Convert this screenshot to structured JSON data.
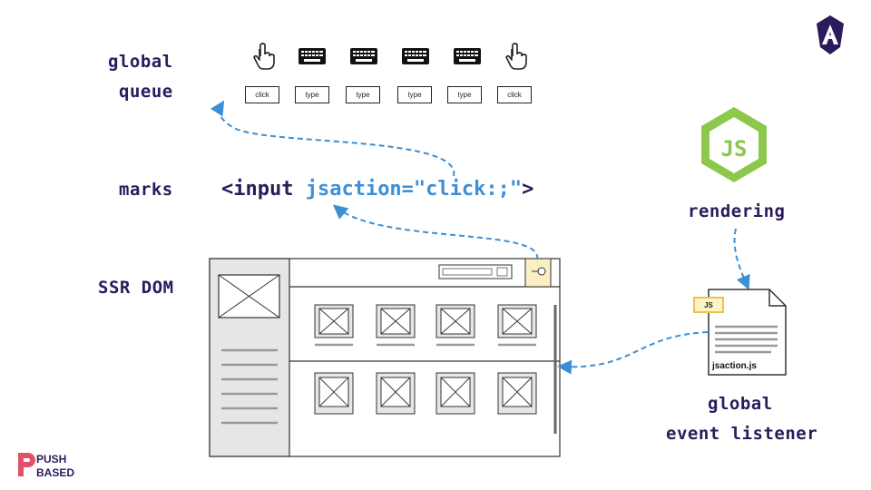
{
  "labels": {
    "global_queue_1": "global",
    "global_queue_2": "queue",
    "marks": "marks",
    "ssr_dom": "SSR DOM",
    "rendering": "rendering",
    "listener_1": "global",
    "listener_2": "event listener"
  },
  "code": {
    "open": "<input ",
    "attr": "jsaction=\"click:;\"",
    "close": ">"
  },
  "queue": [
    {
      "icon": "hand-pointer-icon",
      "event": "click"
    },
    {
      "icon": "keyboard-icon",
      "event": "type"
    },
    {
      "icon": "keyboard-icon",
      "event": "type"
    },
    {
      "icon": "keyboard-icon",
      "event": "type"
    },
    {
      "icon": "keyboard-icon",
      "event": "type"
    },
    {
      "icon": "hand-pointer-icon",
      "event": "click"
    }
  ],
  "jsfile": {
    "tag": "JS",
    "name": "jsaction.js"
  },
  "brand": {
    "line1": "PUSH",
    "line2": "BASED"
  },
  "colors": {
    "label": "#2b1a5c",
    "accent": "#3c8fd6",
    "node_green": "#8cc84b",
    "angular": "#2b1a5c",
    "highlight": "#fbeec2"
  }
}
